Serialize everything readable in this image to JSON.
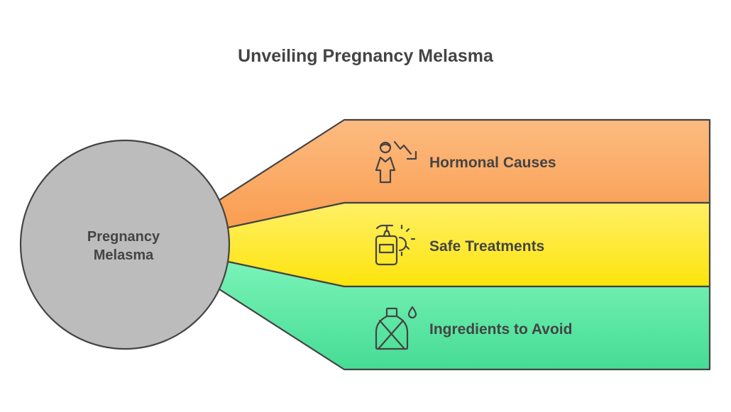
{
  "title": "Unveiling Pregnancy Melasma",
  "center": {
    "line1": "Pregnancy",
    "line2": "Melasma",
    "color": "#bcbcbc"
  },
  "branches": [
    {
      "label": "Hormonal Causes",
      "icon": "woman-hormone-decline-icon",
      "color_top": "#fdbb80",
      "color_bottom": "#f99a4c"
    },
    {
      "label": "Safe Treatments",
      "icon": "lotion-sun-icon",
      "color_top": "#fff066",
      "color_bottom": "#fde40c"
    },
    {
      "label": "Ingredients to Avoid",
      "icon": "crossed-bottle-drop-icon",
      "color_top": "#7ef5bb",
      "color_bottom": "#46dc94"
    }
  ]
}
